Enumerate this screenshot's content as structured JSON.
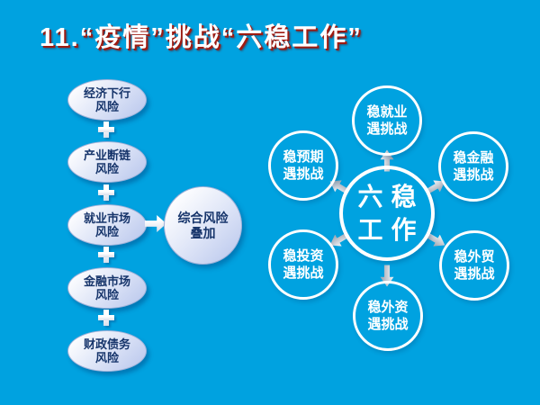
{
  "title": "11.“疫情”挑战“六稳工作”",
  "colors": {
    "background": "#00a2e0",
    "title_text": "#ffffff",
    "title_shadow": "#9e1a10",
    "oval_fill_light": "#ffffff",
    "oval_fill_dark": "#b7c5ec",
    "oval_text": "#17356b",
    "circle_ring": "#ffffff",
    "circle_text": "#ffffff",
    "connector_gray": "#a7aeb9"
  },
  "left_flow": {
    "items": [
      {
        "lines": [
          "经济下行",
          "风险"
        ]
      },
      {
        "lines": [
          "产业断链",
          "风险"
        ]
      },
      {
        "lines": [
          "就业市场",
          "风险"
        ]
      },
      {
        "lines": [
          "金融市场",
          "风险"
        ]
      },
      {
        "lines": [
          "财政债务",
          "风险"
        ]
      }
    ],
    "plus_icon": "+",
    "result": {
      "lines": [
        "综合风险",
        "叠加"
      ]
    }
  },
  "radial": {
    "center": {
      "lines": [
        "六稳",
        "工作"
      ]
    },
    "satellites": [
      {
        "position": "top",
        "lines": [
          "稳就业",
          "遇挑战"
        ]
      },
      {
        "position": "top-right",
        "lines": [
          "稳金融",
          "遇挑战"
        ]
      },
      {
        "position": "bottom-right",
        "lines": [
          "稳外贸",
          "遇挑战"
        ]
      },
      {
        "position": "bottom",
        "lines": [
          "稳外资",
          "遇挑战"
        ]
      },
      {
        "position": "bottom-left",
        "lines": [
          "稳投资",
          "遇挑战"
        ]
      },
      {
        "position": "top-left",
        "lines": [
          "稳预期",
          "遇挑战"
        ]
      }
    ]
  }
}
